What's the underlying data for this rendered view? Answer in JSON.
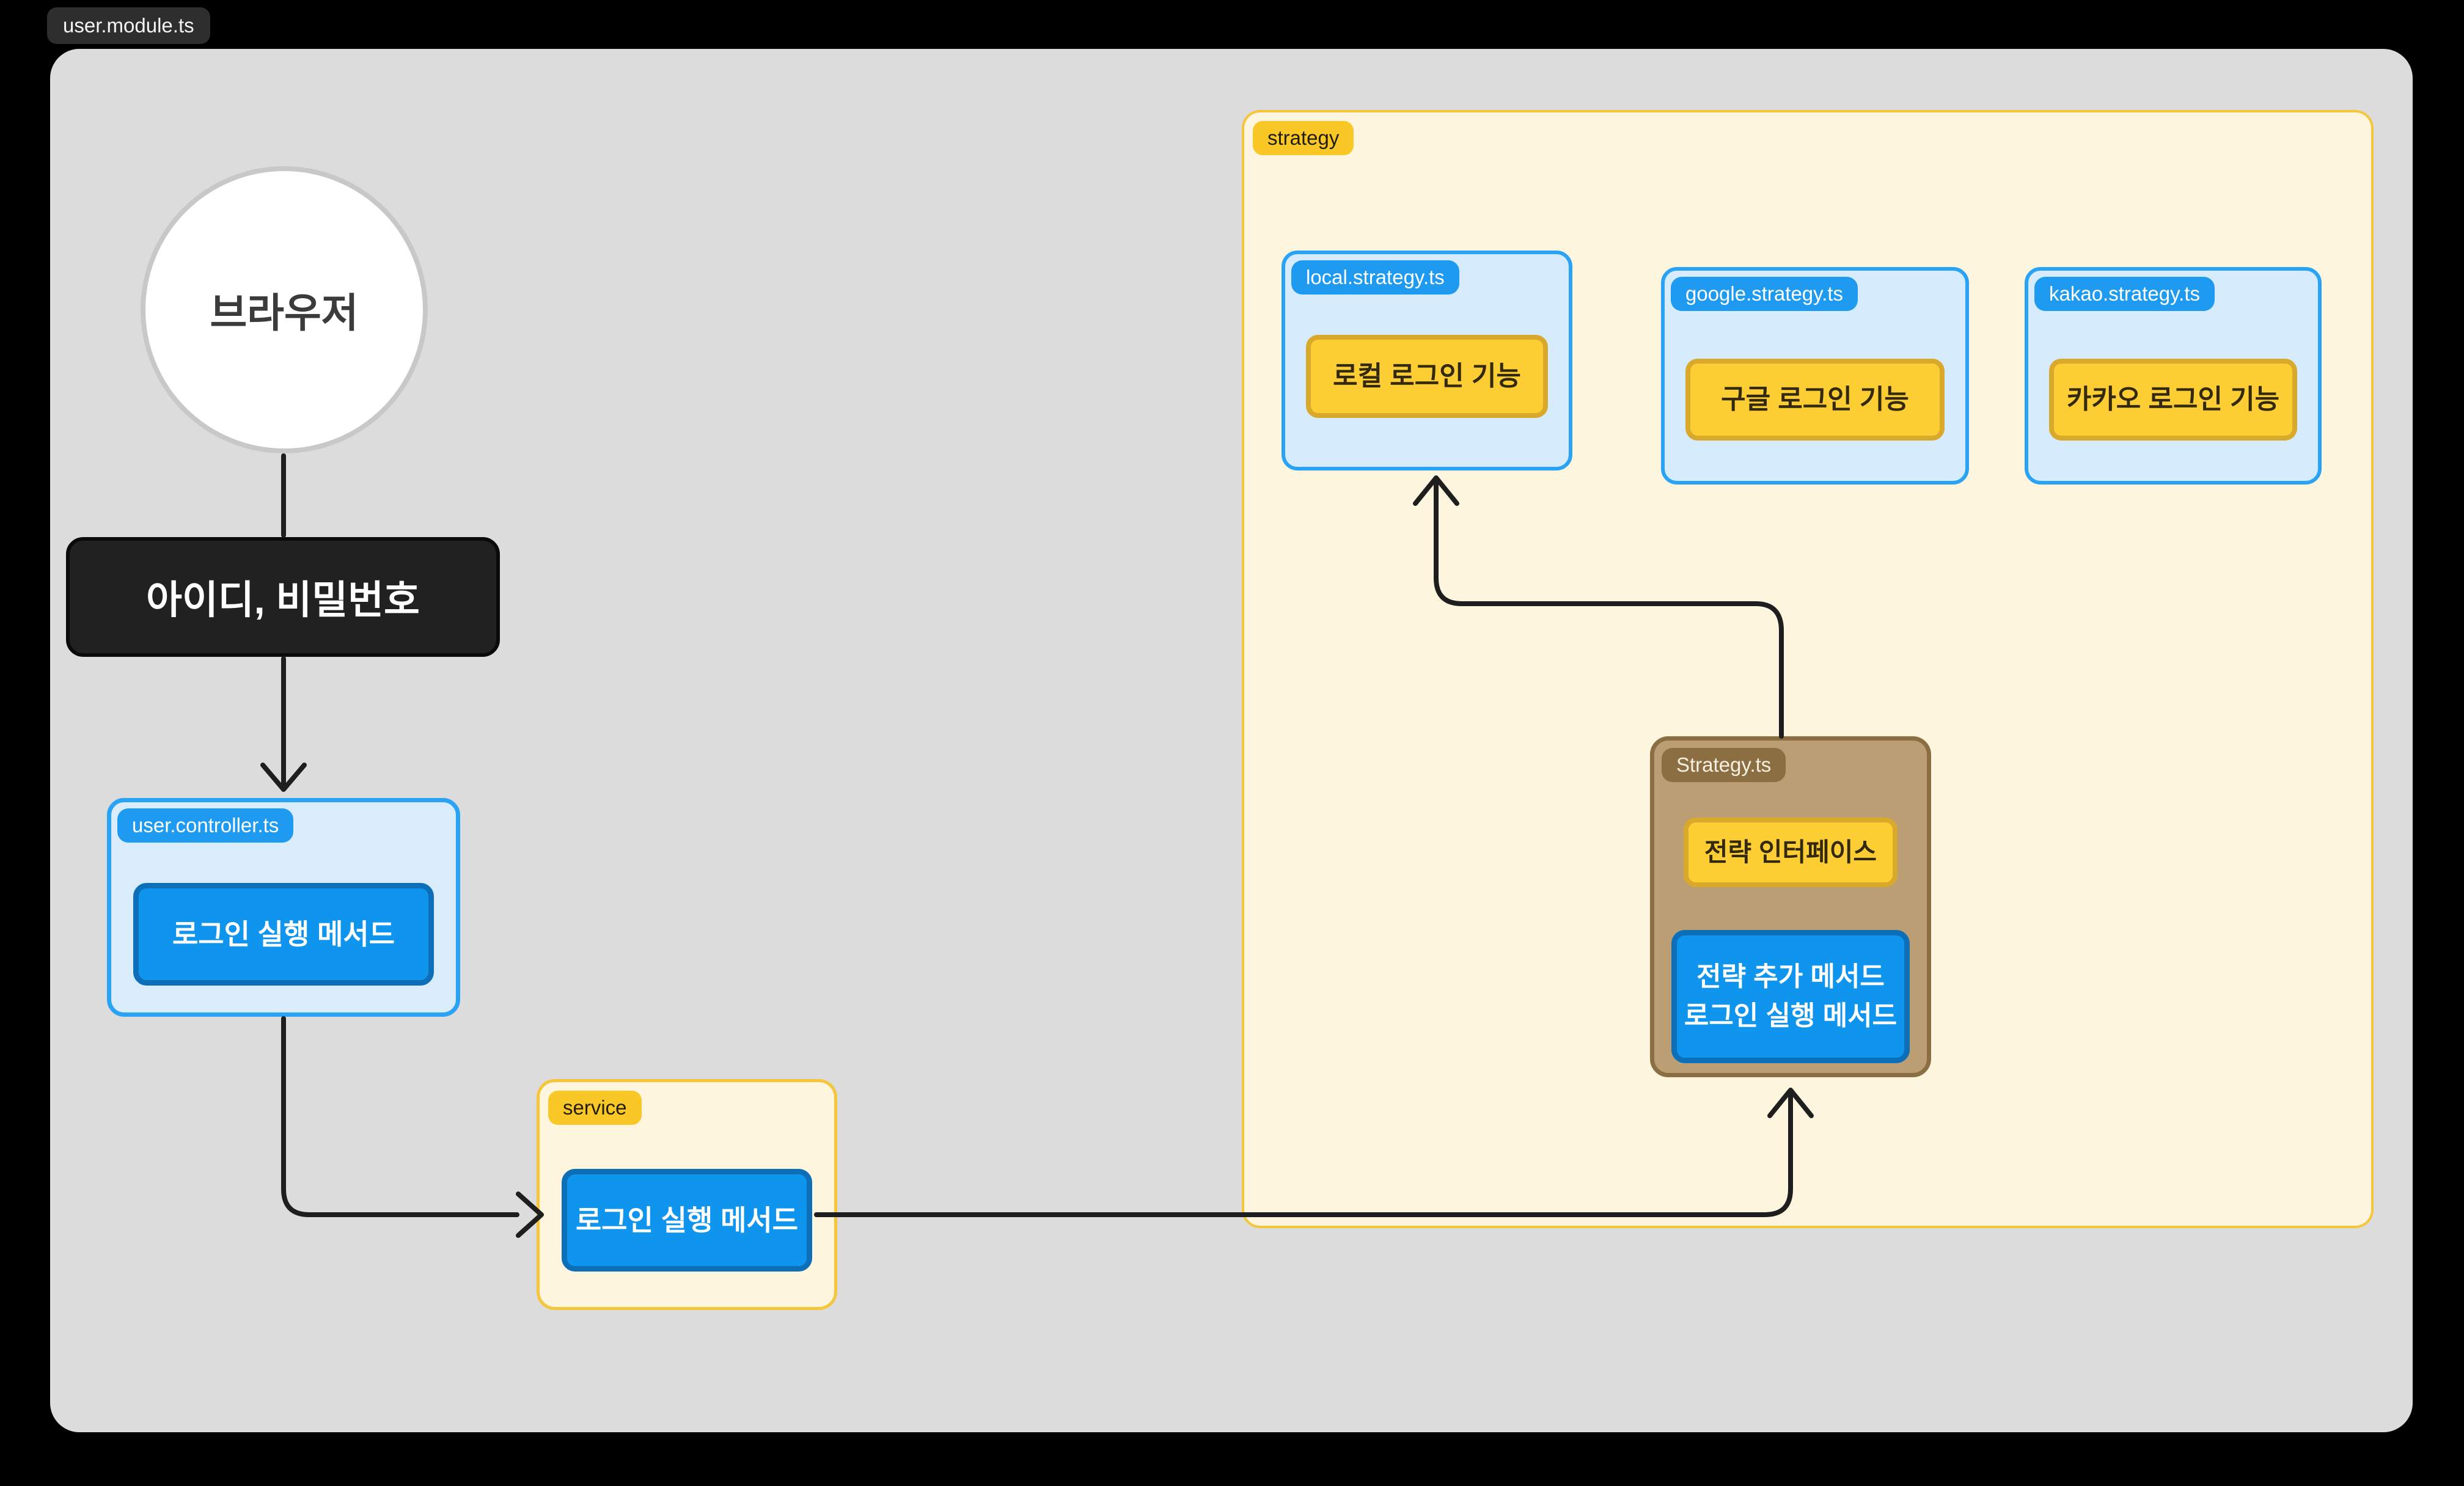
{
  "diagram": {
    "module_label": "user.module.ts",
    "browser": {
      "label": "브라우저"
    },
    "credentials": {
      "label": "아이디, 비밀번호"
    },
    "controller": {
      "badge": "user.controller.ts",
      "button": "로그인 실행 메서드"
    },
    "service": {
      "badge": "service",
      "button": "로그인 실행 메서드"
    },
    "strategy_group": {
      "badge": "strategy"
    },
    "local_strategy": {
      "badge": "local.strategy.ts",
      "button": "로컬 로그인 기능"
    },
    "google_strategy": {
      "badge": "google.strategy.ts",
      "button": "구글 로그인 기능"
    },
    "kakao_strategy": {
      "badge": "kakao.strategy.ts",
      "button": "카카오 로그인 기능"
    },
    "strategy_file": {
      "badge": "Strategy.ts",
      "interface_button": "전략 인터페이스",
      "methods_button_line1": "전략 추가 메서드",
      "methods_button_line2": "로그인 실행 메서드"
    },
    "edges": [
      {
        "from": "browser",
        "to": "controller",
        "through": "credentials"
      },
      {
        "from": "controller",
        "to": "service"
      },
      {
        "from": "service",
        "to": "strategy_file"
      },
      {
        "from": "strategy_file",
        "to": "local_strategy"
      }
    ],
    "colors": {
      "page_background": "#000000",
      "board": "#dcdcdc",
      "blue_accent": "#2aa3f5",
      "blue_box_fill": "#d6ebfb",
      "blue_badge": "#1e9bf0",
      "blue_button": "#1095ee",
      "blue_button_border": "#0d6fb8",
      "yellow_badge": "#f9c827",
      "yellow_button": "#fcce33",
      "yellow_button_border": "#d9a92c",
      "cream_fill": "#fdf5dd",
      "cream_border": "#f5c63c",
      "brown_fill": "#bc9e74",
      "brown_border": "#8b6f42",
      "dark_node": "#212121",
      "arrow": "#1e1e1e"
    }
  }
}
